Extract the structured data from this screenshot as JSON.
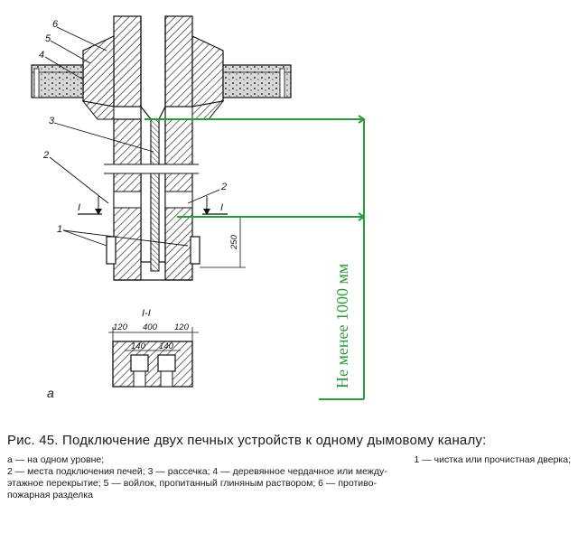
{
  "diagram": {
    "sub_label": "а",
    "callouts": [
      "6",
      "5",
      "4",
      "3",
      "2",
      "2",
      "1"
    ],
    "section_marker": "I",
    "section_title": "I-I",
    "dims": {
      "height_250": "250",
      "w_120_left": "120",
      "w_400": "400",
      "w_120_right": "120",
      "w_140_left": "140",
      "w_140_right": "140"
    },
    "green_label": "Не менее 1000 мм"
  },
  "caption": {
    "title": "Рис. 45. Подключение двух печных устройств к одному дымовому каналу:",
    "legend": {
      "a_item": "а — на одном уровне;",
      "item1": "1 — чистка или прочистная дверка;",
      "line2": "2 — места подключения печей; 3 — рассечка; 4 — деревянное чердачное или между-",
      "line3": "этажное перекрытие; 5 — войлок, пропитанный глиняным раствором; 6 — противо-",
      "line4": "пожарная разделка"
    }
  },
  "colors": {
    "annotation": "#2e9a3e",
    "ink": "#1a1a1a"
  }
}
